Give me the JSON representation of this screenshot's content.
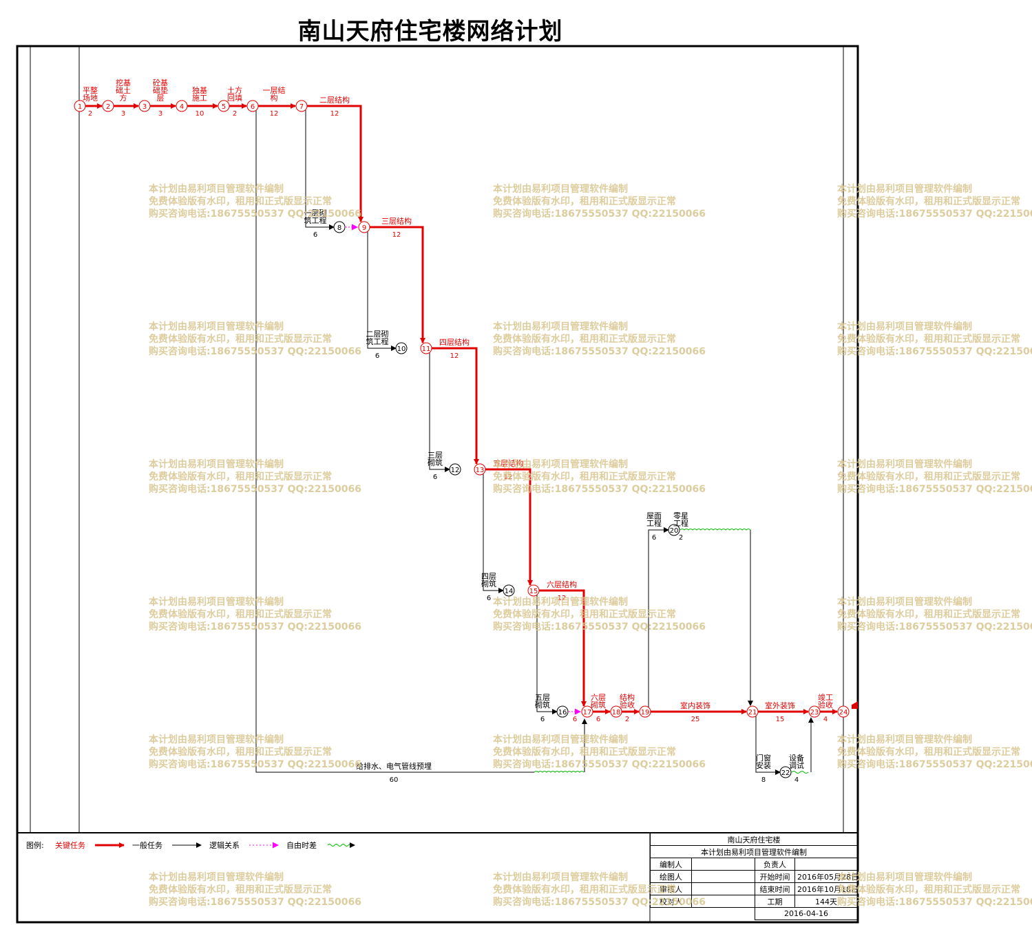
{
  "title": "南山天府住宅楼网络计划",
  "colors": {
    "critical": "#e00000",
    "normal": "#000000",
    "logic": "#000000",
    "free_float": "#ff00ff",
    "free_float_wave": "#00bb00",
    "watermark": "#d8c48c"
  },
  "nodes": [
    "1",
    "2",
    "3",
    "4",
    "5",
    "6",
    "7",
    "8",
    "9",
    "10",
    "11",
    "12",
    "13",
    "14",
    "15",
    "16",
    "17",
    "18",
    "19",
    "20",
    "21",
    "22",
    "23",
    "24"
  ],
  "tasks": {
    "t1_2": {
      "name": "平整场地",
      "duration": "2"
    },
    "t2_3": {
      "name": "挖基础土方",
      "duration": "3"
    },
    "t3_4": {
      "name": "砼基础垫层",
      "duration": "3"
    },
    "t4_5": {
      "name": "独基施工",
      "duration": "10"
    },
    "t5_6": {
      "name": "土方回填",
      "duration": "2"
    },
    "t6_7": {
      "name": "一层结构",
      "duration": "12"
    },
    "t7_9": {
      "name": "二层结构",
      "duration": "12"
    },
    "t7_8": {
      "name": "一层砌筑工程",
      "duration": "6"
    },
    "t9_11": {
      "name": "三层结构",
      "duration": "12"
    },
    "t9_10": {
      "name": "二层砌筑工程",
      "duration": "6"
    },
    "t11_13": {
      "name": "四层结构",
      "duration": "12"
    },
    "t11_12": {
      "name": "三层砌筑",
      "duration": "6"
    },
    "t13_15": {
      "name": "五层结构",
      "duration": "12"
    },
    "t13_14": {
      "name": "四层砌筑",
      "duration": "6"
    },
    "t15_17": {
      "name": "六层结构",
      "duration": "12"
    },
    "t15_16": {
      "name": "五层砌筑",
      "duration": "6"
    },
    "t16_17": {
      "name": "",
      "duration": "6"
    },
    "t17_18": {
      "name": "六层砌筑",
      "duration": "6"
    },
    "t18_19": {
      "name": "结构验收",
      "duration": "2"
    },
    "t19_20": {
      "name": "屋面工程",
      "duration": "6"
    },
    "t20_21": {
      "name": "零星工程",
      "duration": "2"
    },
    "t19_21": {
      "name": "室内装饰",
      "duration": "25"
    },
    "t21_23": {
      "name": "室外装饰",
      "duration": "15"
    },
    "t21_22": {
      "name": "门窗安装",
      "duration": "8"
    },
    "t22_23": {
      "name": "设备调试",
      "duration": "4"
    },
    "t23_24": {
      "name": "竣工验收",
      "duration": "4"
    },
    "t6_17": {
      "name": "给排水、电气管线预埋",
      "duration": "60"
    }
  },
  "legend": {
    "prefix": "图例:",
    "critical": "关键任务",
    "normal": "一般任务",
    "logic": "逻辑关系",
    "free_float": "自由时差"
  },
  "info_table": {
    "project": "南山天府住宅楼",
    "software": "本计划由易利项目管理软件编制",
    "drafter": "编制人",
    "owner": "负责人",
    "draw": "绘图人",
    "start_label": "开始时间",
    "start_value": "2016年05月28日",
    "review": "审核人",
    "end_label": "结束时间",
    "end_value": "2016年10月18日",
    "check": "校对人",
    "duration_label": "工期",
    "duration_value": "144天",
    "date": "2016-04-16"
  },
  "watermark": {
    "line1": "本计划由易利项目管理软件编制",
    "line2": "免费体验版有水印，租用和正式版显示正常",
    "line3": "购买咨询电话:18675550537 QQ:22150066"
  }
}
